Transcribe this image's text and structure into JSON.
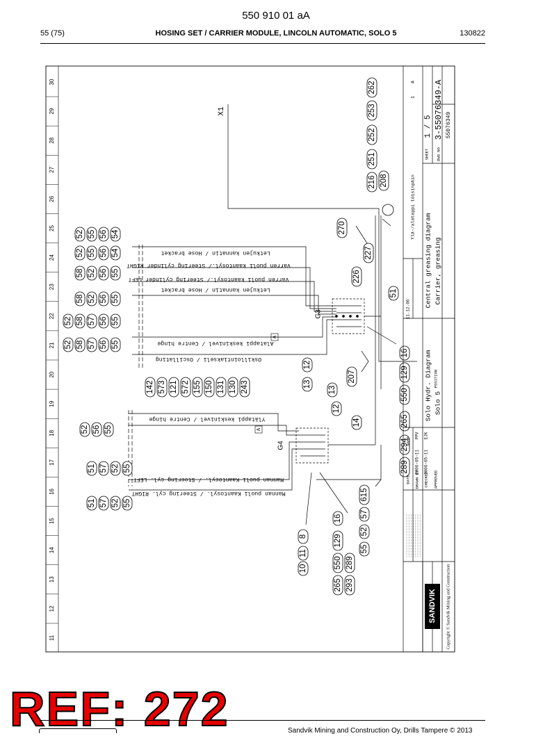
{
  "header": {
    "document_number": "550 910 01 aA",
    "page": "55 (75)",
    "title": "HOSING SET / CARRIER MODULE, LINCOLN AUTOMATIC, SOLO 5",
    "date": "130822"
  },
  "footer": {
    "ref": "REF: 272",
    "copyright": "Sandvik Mining and Construction Oy, Drills Tampere © 2013"
  },
  "drawing": {
    "grid_numbers": [
      "11",
      "12",
      "13",
      "14",
      "15",
      "16",
      "17",
      "18",
      "19",
      "20",
      "21",
      "22",
      "23",
      "24",
      "25",
      "26",
      "27",
      "28",
      "29",
      "30"
    ],
    "connector": "X1",
    "distributors": [
      "G3",
      "G4"
    ],
    "section_marks": [
      "A",
      "A"
    ],
    "line_labels": [
      "Letkujen kannatin / Hose bracket",
      "Varren puoli kaantosyl./ Steering cylinder RIGHT",
      "Varren puoli kaantosyl./ Steering cylinder LEFT",
      "Letkujen kannatin / Hose bracket",
      "Alatappi keskinivel / Centre hinge",
      "Oskillointiakseli / Oscillating",
      "Ylätappi keskinivel / Centre hinge",
      "Mannan puoli Kaantosyl. / Steering cyl. LEFT",
      "Mannan puoli Kaantosyl. / Steering cyl. RIGHT"
    ],
    "bubble_groups": {
      "hose_bracket_1": [
        "52",
        "55",
        "56",
        "54"
      ],
      "steer_right": [
        "52",
        "55",
        "56",
        "54"
      ],
      "steer_left": [
        "58",
        "52",
        "56",
        "55"
      ],
      "hose_bracket_2": [
        "58",
        "52",
        "56",
        "55"
      ],
      "centre_hinge_a": [
        "52",
        "58",
        "57",
        "56",
        "55"
      ],
      "centre_hinge_b": [
        "52",
        "58",
        "57",
        "56",
        "55"
      ],
      "column_142": [
        "142",
        "573",
        "121",
        "572",
        "155",
        "150",
        "131",
        "130",
        "243"
      ],
      "upper_hinge": [
        "52",
        "56",
        "55"
      ],
      "steer_cyl_left_g3": [
        "51",
        "57",
        "52",
        "55"
      ],
      "steer_cyl_right_g3": [
        "51",
        "57",
        "52",
        "55"
      ],
      "right_top": [
        "216",
        "251",
        "252",
        "253",
        "262"
      ],
      "right_208": [
        "208"
      ],
      "right_270": [
        "270"
      ],
      "right_226": [
        "226",
        "227"
      ],
      "right_51": [
        "51"
      ],
      "bottom_row": [
        "289",
        "294",
        "265",
        "550",
        "129",
        "16"
      ],
      "b_207": [
        "207"
      ],
      "b_13a": [
        "13",
        "12"
      ],
      "b_13b": [
        "13"
      ],
      "b_12": [
        "12"
      ],
      "b_14": [
        "14"
      ],
      "b_615": [
        "55",
        "52",
        "57",
        "615"
      ],
      "b_8": [
        "10",
        "11",
        "8"
      ],
      "b_16": [
        "265",
        "550",
        "129",
        "16"
      ],
      "b_293": [
        "293",
        "289"
      ]
    },
    "title_block": {
      "company": "SANDVIK",
      "copyright_side": "Copyright © Sandvik Mining and Construction",
      "dates": [
        "11.12.06",
        "2006-05-11",
        "2006-05-11"
      ],
      "labels": [
        "DATE",
        "NAME",
        "DRAWN BY",
        "CHECKED",
        "APPROVED",
        "POSITION"
      ],
      "names": [
        "PPV",
        "EJK"
      ],
      "diagram_title_1": "Solo Hydr. Diagram",
      "diagram_title_2": "Solo 5",
      "sheet_title_1": "Central greasing diagram",
      "sheet_title_2": "Carrier, greasing",
      "sheet": "1 / 5",
      "sheet_label": "SHEET",
      "dwg_no": "3-55076349-A",
      "dwg_label": "DWG NO",
      "code": "55076349",
      "rev": "A",
      "rev_no": "1",
      "misc_top": "Ylä-/alatappi toisinpäin"
    }
  }
}
